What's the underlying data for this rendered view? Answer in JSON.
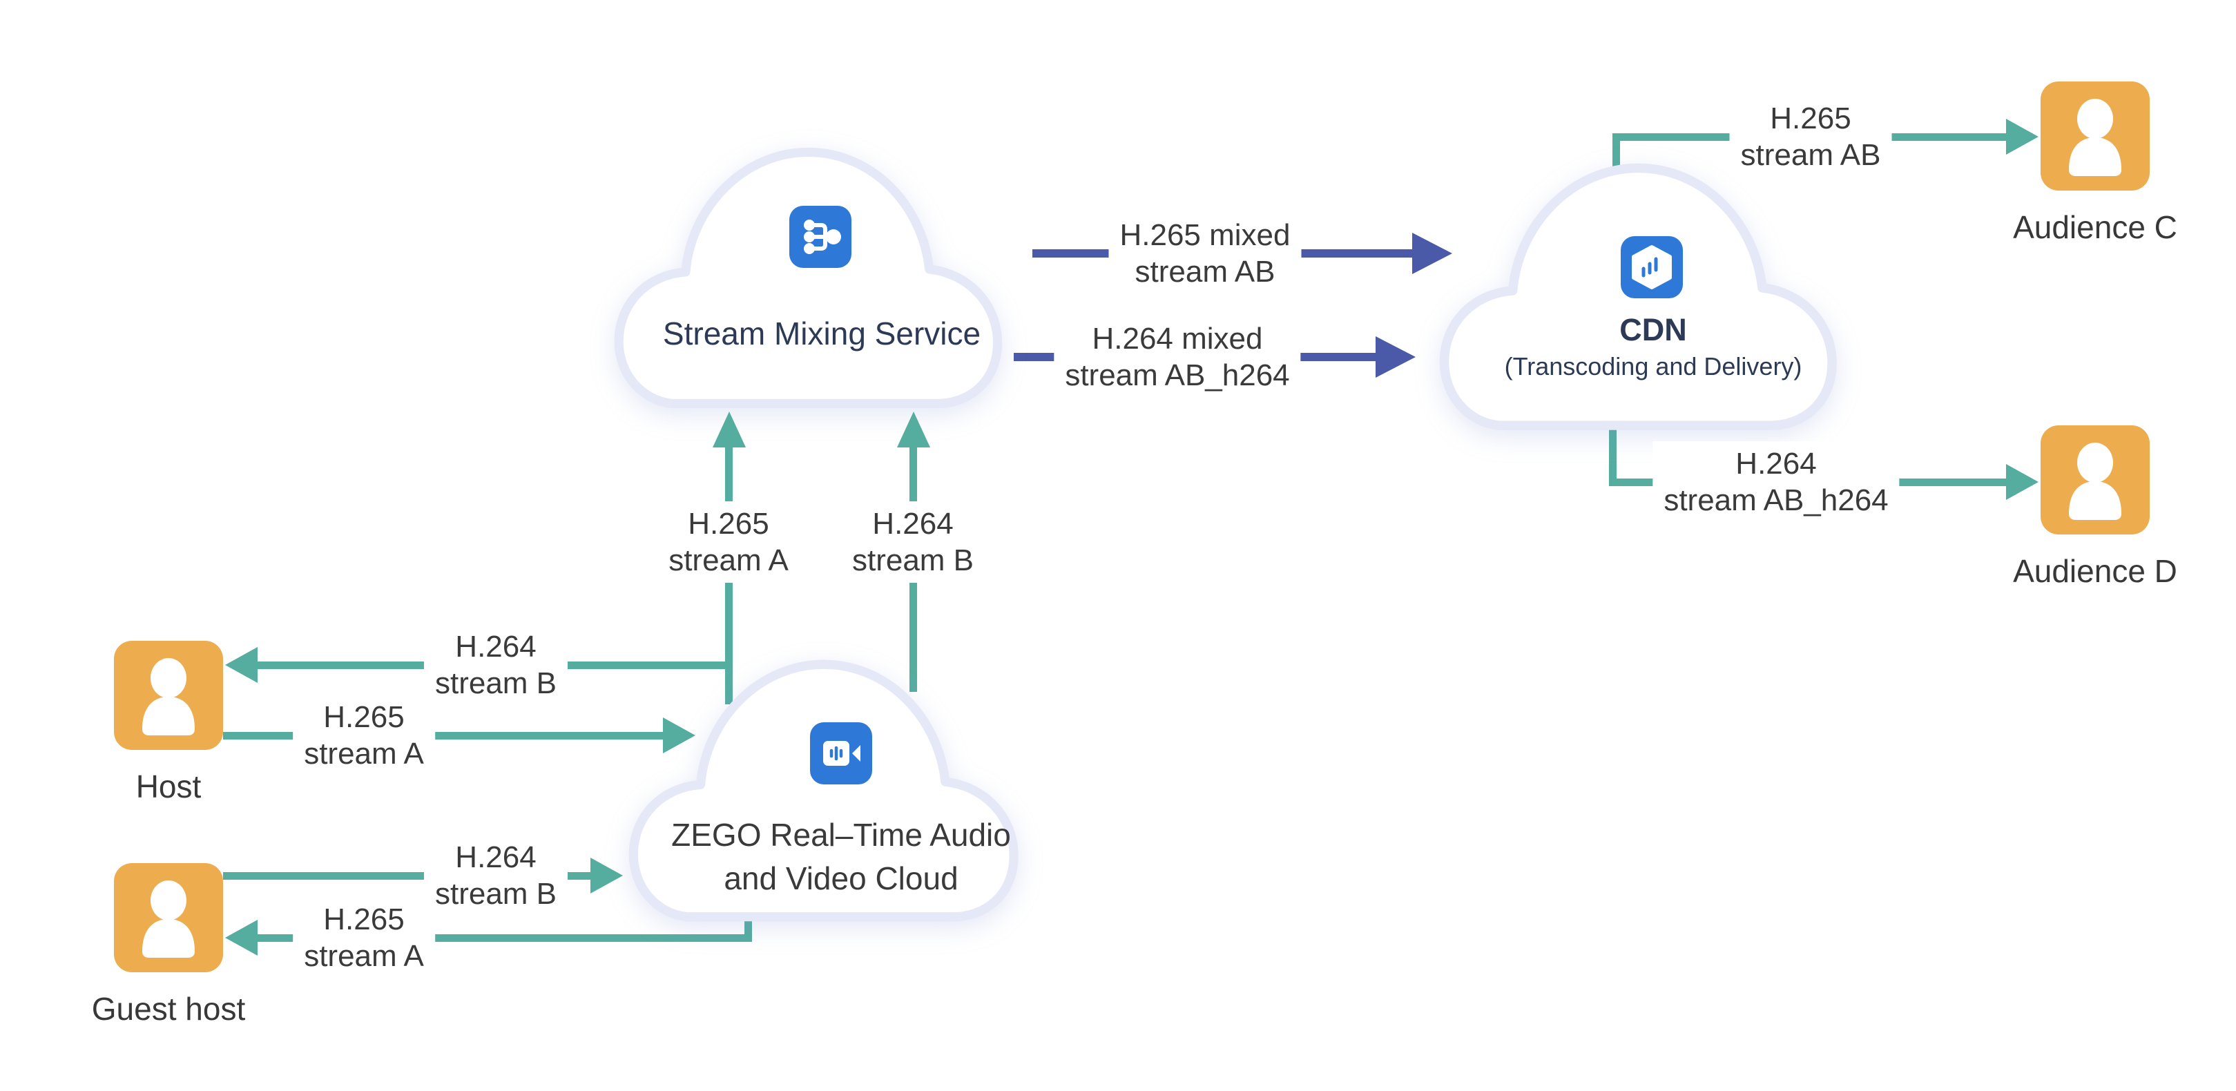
{
  "clouds": {
    "stream_mixing": {
      "title": "Stream Mixing Service",
      "icon": "merge-icon"
    },
    "cdn": {
      "title": "CDN",
      "subtitle": "(Transcoding and Delivery)",
      "icon": "package-delivery-icon"
    },
    "zego": {
      "title_line1": "ZEGO Real–Time Audio",
      "title_line2": "and Video Cloud",
      "icon": "video-camera-icon"
    }
  },
  "people": {
    "host": {
      "label": "Host"
    },
    "guest": {
      "label": "Guest host"
    },
    "audience_c": {
      "label": "Audience C"
    },
    "audience_d": {
      "label": "Audience D"
    }
  },
  "edges": {
    "zego_to_sms_a": {
      "l1": "H.265",
      "l2": "stream A"
    },
    "zego_to_sms_b": {
      "l1": "H.264",
      "l2": "stream B"
    },
    "zego_to_host": {
      "l1": "H.264",
      "l2": "stream B"
    },
    "host_to_zego": {
      "l1": "H.265",
      "l2": "stream A"
    },
    "guest_to_zego": {
      "l1": "H.264",
      "l2": "stream B"
    },
    "zego_to_guest": {
      "l1": "H.265",
      "l2": "stream A"
    },
    "sms_to_cdn_h265": {
      "l1": "H.265 mixed",
      "l2": "stream AB"
    },
    "sms_to_cdn_h264": {
      "l1": "H.264 mixed",
      "l2": "stream AB_h264"
    },
    "cdn_to_audience_c": {
      "l1": "H.265",
      "l2": "stream AB"
    },
    "cdn_to_audience_d": {
      "l1": "H.264",
      "l2": "stream AB_h264"
    }
  },
  "colors": {
    "teal_arrow": "#55ADA0",
    "indigo_arrow": "#4A5AA8",
    "person_orange": "#EDAC4E",
    "icon_blue": "#2E78D8",
    "cloud_border": "#E4E8F7",
    "title_navy": "#2C3A56",
    "label_gray": "#3A3A3A",
    "background": "#FFFFFF"
  }
}
